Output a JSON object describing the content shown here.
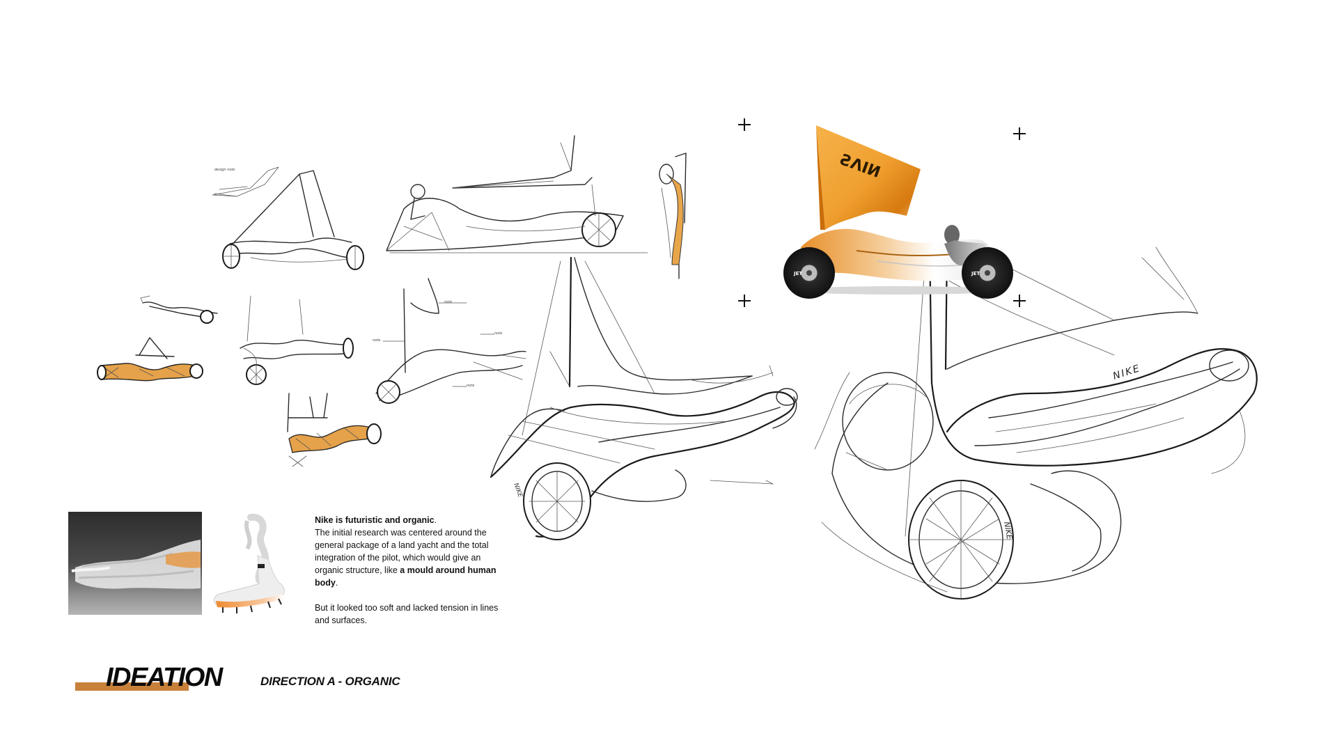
{
  "header": {
    "title": "IDEATION",
    "subtitle": "DIRECTION A - ORGANIC"
  },
  "description": {
    "lead_bold": "Nike is futuristic and organic",
    "lead_end": ".",
    "body_1": "The initial research was centered around the general package of a land yacht and the total integration of the pilot, which would give an organic structure, like ",
    "body_1_bold": "a mould around human body",
    "body_1_end": ".",
    "body_2": "But it looked too soft and lacked tension in lines and surfaces."
  },
  "render": {
    "sail_text": "ƧΛIИ",
    "wheel_text": "JET"
  },
  "sketch_brand": "NIKE",
  "colors": {
    "accent": "#c8813a",
    "sail_orange": "#f0a030",
    "ink": "#111111"
  }
}
